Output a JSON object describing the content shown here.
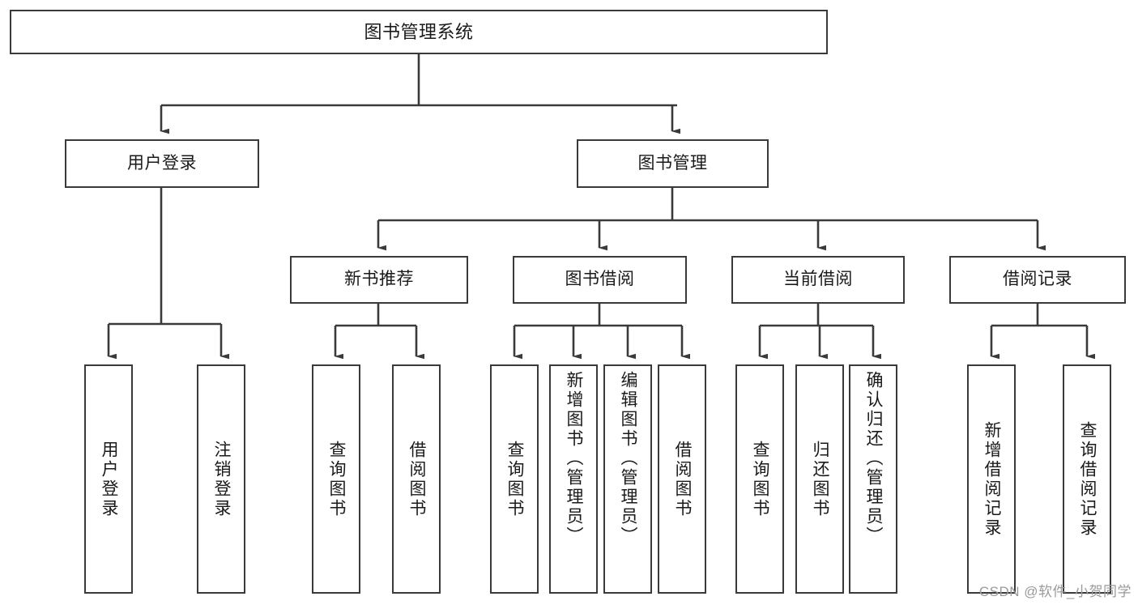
{
  "diagram": {
    "title": "图书管理系统",
    "watermark": "CSDN @软件_小贺同学",
    "line_color": "#3a3a3a",
    "box_fill": "#ffffff",
    "text_color": "#1a1a1a",
    "levels": {
      "root": {
        "label": "图书管理系统"
      },
      "level2": [
        {
          "label": "用户登录"
        },
        {
          "label": "图书管理"
        }
      ],
      "level3": [
        {
          "label": "新书推荐"
        },
        {
          "label": "图书借阅"
        },
        {
          "label": "当前借阅"
        },
        {
          "label": "借阅记录"
        }
      ],
      "leaves": {
        "user_login": [
          {
            "label": "用户登录"
          },
          {
            "label": "注销登录"
          }
        ],
        "new_book_recommend": [
          {
            "label": "查询图书"
          },
          {
            "label": "借阅图书"
          }
        ],
        "book_borrow": [
          {
            "label": "查询图书"
          },
          {
            "label": "新增图书（管理员）"
          },
          {
            "label": "编辑图书（管理员）"
          },
          {
            "label": "借阅图书"
          }
        ],
        "current_borrow": [
          {
            "label": "查询图书"
          },
          {
            "label": "归还图书"
          },
          {
            "label": "确认归还（管理员）"
          }
        ],
        "borrow_records": [
          {
            "label": "新增借阅记录"
          },
          {
            "label": "查询借阅记录"
          }
        ]
      }
    }
  }
}
